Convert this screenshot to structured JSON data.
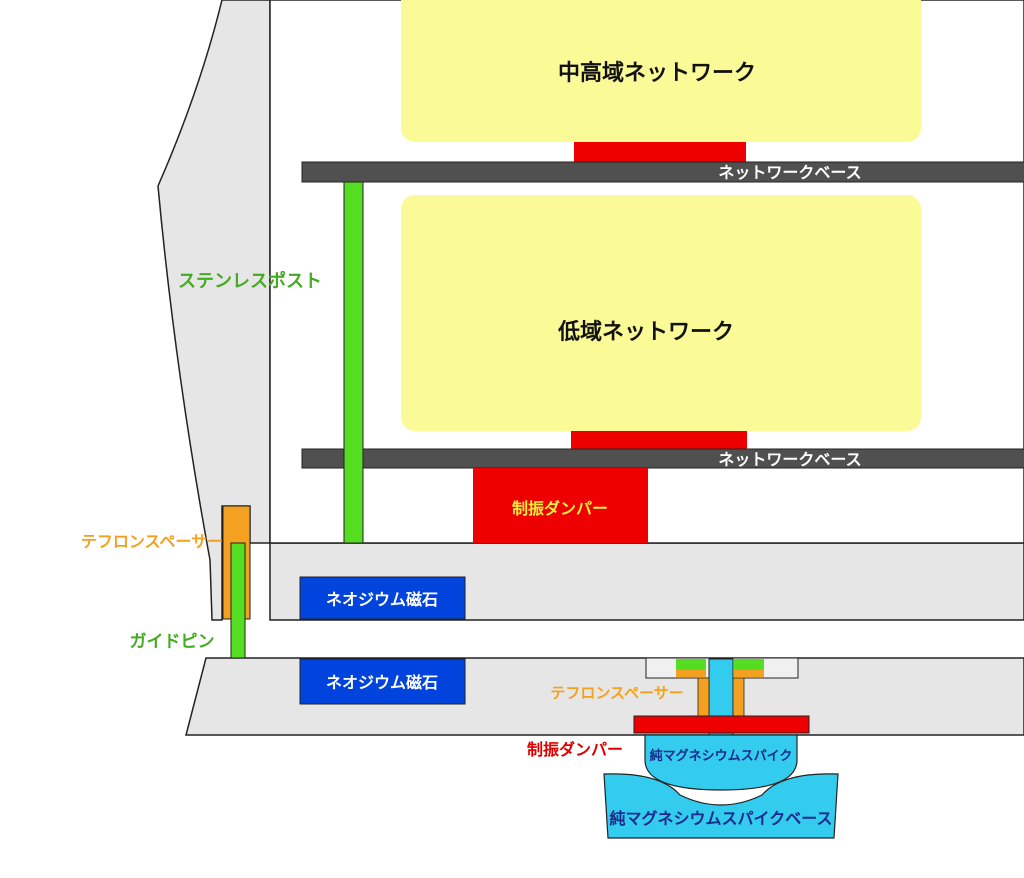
{
  "labels": {
    "mid_high_network": "中高域ネットワーク",
    "low_network": "低域ネットワーク",
    "network_base": "ネットワークベース",
    "stainless_post": "ステンレスポスト",
    "damper_main": "制振ダンパー",
    "damper_foot": "制振ダンパー",
    "teflon_spacer_left": "テフロンスペーサー",
    "teflon_spacer_foot": "テフロンスペーサー",
    "guide_pin": "ガイドピン",
    "neodymium_magnet": "ネオジウム磁石",
    "mg_spike": "純マグネシウムスパイク",
    "mg_spike_base": "純マグネシウムスパイクベース"
  },
  "colors": {
    "network": "#fafa96",
    "base": "#505050",
    "damper": "#ee0000",
    "post": "#55dd22",
    "teflon": "#f4a020",
    "magnet": "#0044dd",
    "spike": "#33ccee",
    "plate": "#e6e6e6"
  }
}
